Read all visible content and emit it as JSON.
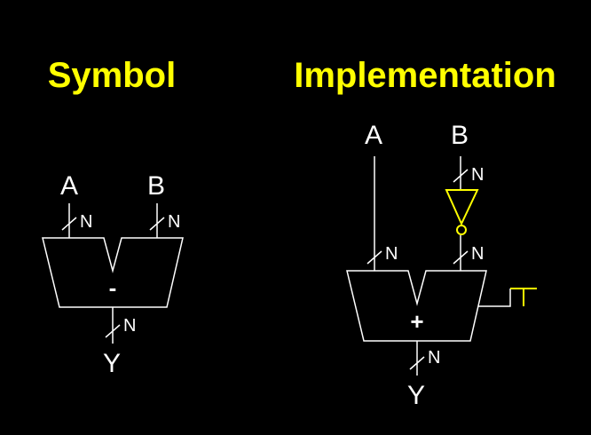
{
  "titles": {
    "symbol": "Symbol",
    "implementation": "Implementation"
  },
  "symbol": {
    "input_a": "A",
    "input_b": "B",
    "output_y": "Y",
    "bus_width": "N",
    "operator": "-"
  },
  "implementation": {
    "input_a": "A",
    "input_b": "B",
    "output_y": "Y",
    "bus_width": "N",
    "operator": "+"
  },
  "colors": {
    "background": "#000000",
    "title": "#FFFF00",
    "wire": "#FFFFFF",
    "inverter": "#FFFF00",
    "tie_high": "#FFFF00"
  }
}
